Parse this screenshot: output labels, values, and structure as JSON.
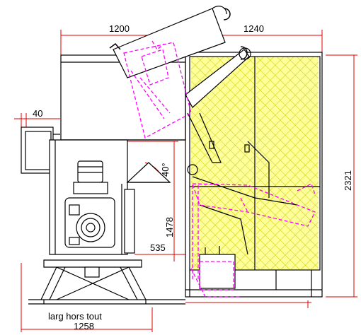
{
  "drawing": {
    "dimensions": {
      "top_left_width": "1200",
      "top_right_width": "1240",
      "left_offset": "40",
      "angle": "40°",
      "height_inner": "1478",
      "discharge_width": "535",
      "overall_height": "2321",
      "overall_width_label": "larg hors tout",
      "overall_width": "1258"
    },
    "colors": {
      "outline": "#000000",
      "dimension_red": "#e00000",
      "magenta": "#ff00ff",
      "mesh_fill": "#ffff99",
      "mesh_line": "#d4d400"
    }
  }
}
